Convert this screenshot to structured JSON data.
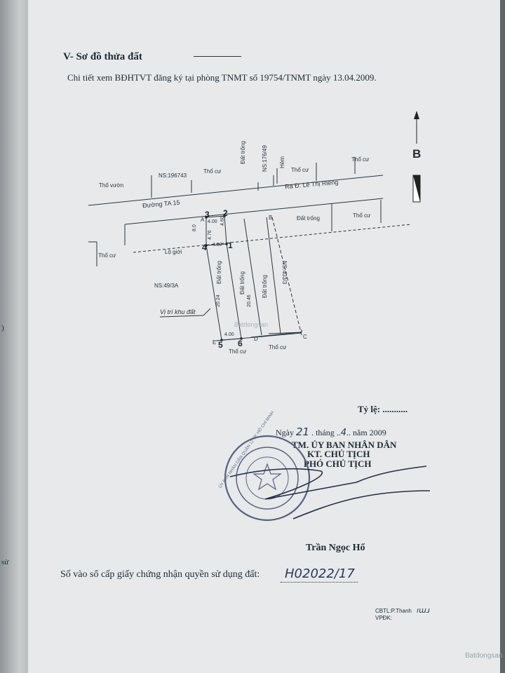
{
  "section": {
    "title": "V- Sơ đồ thửa đất",
    "detail": "Chi tiết xem BĐHTVT đăng ký tại phòng TNMT số 19754/TNMT ngày 13.04.2009."
  },
  "map": {
    "labels": {
      "tho_vuon": "Thổ vườn",
      "ns_196743": "NS:196743",
      "tho_cu_1": "Thổ cư",
      "dat_trong_top": "Đất trống",
      "ns_176": "NS:176/49",
      "hem": "Hẻm",
      "tho_cu_2": "Thổ cư",
      "tho_cu_3": "Thổ cư",
      "ra_d": "Ra Đ. Lê Thị Riêng",
      "duong": "Đường TA 15",
      "dat_trong_right": "Đất trống",
      "tho_cu_4": "Thổ cư",
      "tho_cu_left": "Thổ cư",
      "lo_gioi": "Lộ giới",
      "ns_403": "NS:403/3",
      "ns_49": "NS:49/3A",
      "dat_trong_1": "Đất trống",
      "dat_trong_2": "Đất trống",
      "dat_trong_3": "Đất trống",
      "vi_tri": "Vị trí khu đất",
      "tho_cu_bottom1": "Thổ cư",
      "tho_cu_bottom2": "Thổ cư"
    },
    "points": [
      "1",
      "2",
      "3",
      "4",
      "5",
      "6"
    ],
    "letters": {
      "A": "A",
      "B": "B",
      "C": "C",
      "D": "D",
      "E": "E"
    },
    "dims": {
      "d_400_top": "4.00",
      "d_460": "4.60",
      "d_80": "8.0",
      "d_476": "4.76",
      "d_400_mid": "4.00",
      "d_2024": "20.24",
      "d_2046": "20.46",
      "d_400_bot": "4.00"
    },
    "north_letter": "B"
  },
  "scale": {
    "label": "Tỷ lệ: ..........."
  },
  "date": {
    "prefix": "Ngày",
    "day": "21",
    "month_label": "tháng",
    "month": "4",
    "year": "năm 2009"
  },
  "signature": {
    "line1": "TM. ỦY BAN NHÂN DÂN",
    "line2": "KT. CHỦ TỊCH",
    "line3": "PHÓ CHỦ TỊCH",
    "name": "Trần Ngọc Hổ",
    "stamp_text": "ỦY BAN NHÂN DÂN QUẬN 12 TP. HỒ CHÍ MINH"
  },
  "registration": {
    "label": "Số vào sổ cấp giấy chứng nhận quyền sử dụng đất:",
    "value": "H02022/17"
  },
  "footer": {
    "line1": "CBTL:P.Thanh",
    "line2": "VPĐK:"
  },
  "watermark": {
    "text": "Batdongsan"
  },
  "margin_marks": {
    "o": ")",
    "su": "sử"
  }
}
